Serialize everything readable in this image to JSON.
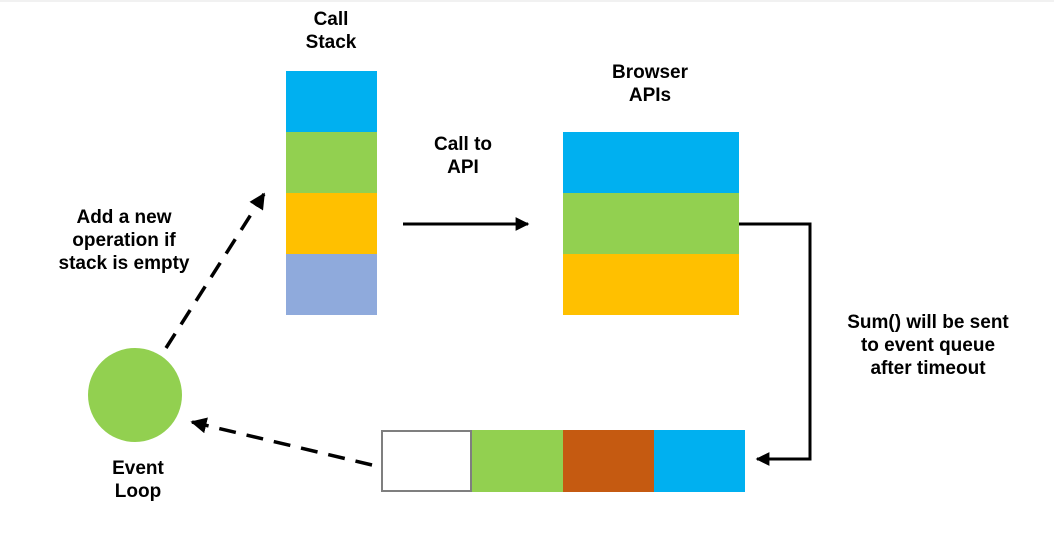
{
  "palette": {
    "blue": "#00B0F0",
    "green": "#92D050",
    "yellow": "#FFC000",
    "periwinkle": "#8FAADC",
    "dark_orange": "#C55A11",
    "white": "#FFFFFF",
    "queue_border_gray": "#7F7F7F",
    "arrow_black": "#000000"
  },
  "call_stack": {
    "label": "Call\nStack",
    "blocks": [
      {
        "name": "blue-frame",
        "color": "#00B0F0"
      },
      {
        "name": "green-frame",
        "color": "#92D050"
      },
      {
        "name": "yellow-frame",
        "color": "#FFC000"
      },
      {
        "name": "periwinkle-frame",
        "color": "#8FAADC"
      }
    ]
  },
  "browser_apis": {
    "label": "Browser\nAPIs",
    "blocks": [
      {
        "name": "blue-api",
        "color": "#00B0F0"
      },
      {
        "name": "green-api",
        "color": "#92D050"
      },
      {
        "name": "yellow-api",
        "color": "#FFC000"
      }
    ]
  },
  "event_queue": {
    "cells": [
      {
        "name": "empty-slot",
        "color": "#FFFFFF"
      },
      {
        "name": "green-task",
        "color": "#92D050"
      },
      {
        "name": "orange-task",
        "color": "#C55A11"
      },
      {
        "name": "blue-task",
        "color": "#00B0F0"
      }
    ]
  },
  "event_loop": {
    "label": "Event\nLoop",
    "color": "#92D050"
  },
  "annotations": {
    "call_to_api": "Call to\nAPI",
    "sum_note": "Sum() will be sent\nto event queue\nafter timeout",
    "add_operation": "Add a new\noperation if\nstack is empty"
  }
}
